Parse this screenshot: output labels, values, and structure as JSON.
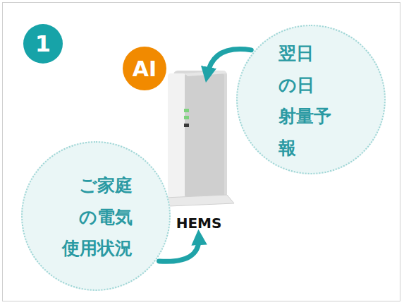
{
  "diagram": {
    "nodes": [
      {
        "text": [
          "AI"
        ]
      },
      {
        "text": [
          "翌日の日射量予報"
        ]
      },
      {
        "text": [
          "HEMS"
        ]
      },
      {
        "text": [
          "ご家庭の電気使用状況"
        ]
      }
    ],
    "edges": [
      {
        "from": 1,
        "to": 2,
        "arrow": "to"
      },
      {
        "from": 3,
        "to": 2,
        "arrow": "to"
      }
    ],
    "labels": [
      "1"
    ]
  }
}
